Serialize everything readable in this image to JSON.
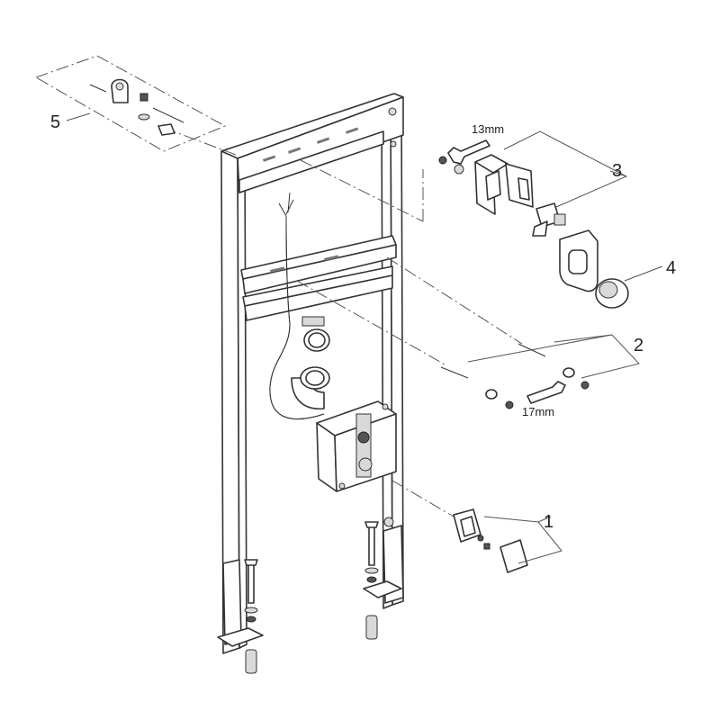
{
  "callouts": {
    "c1": "1",
    "c2": "2",
    "c3": "3",
    "c4": "4",
    "c5": "5"
  },
  "dimensions": {
    "wrench_13": "13mm",
    "wrench_17": "17mm"
  }
}
